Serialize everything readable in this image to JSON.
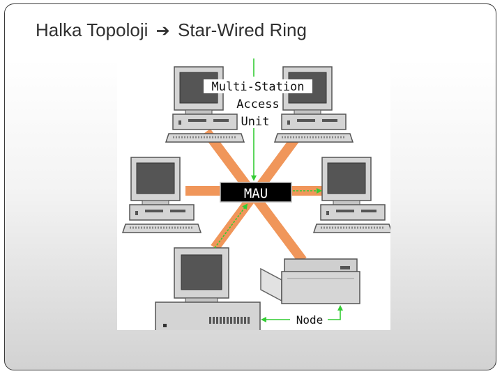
{
  "slide": {
    "title_left": "Halka Topoloji",
    "title_arrow": "➔",
    "title_right": "Star-Wired Ring"
  },
  "diagram": {
    "callout_line1": "Multi-Station",
    "callout_line2": "Access",
    "callout_line3": "Unit",
    "hub_label": "MAU",
    "node_label": "Node"
  },
  "colors": {
    "cable": "#f0965a",
    "arrow": "#33cc33",
    "hub_fill": "#000000",
    "hub_text": "#ffffff"
  },
  "icons": [
    "computer-icon",
    "printer-icon"
  ]
}
